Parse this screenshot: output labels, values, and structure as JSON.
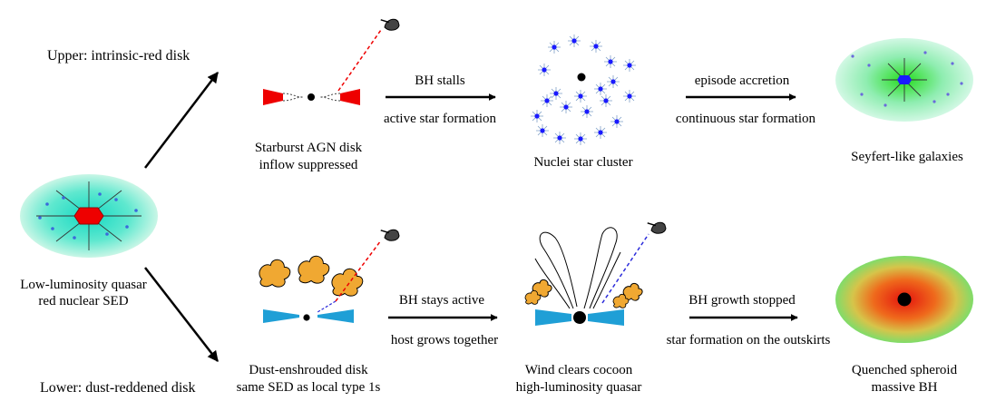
{
  "rows": {
    "upper": "Upper: intrinsic-red disk",
    "lower": "Lower: dust-reddened disk"
  },
  "start": {
    "line1": "Low-luminosity quasar",
    "line2": "red nuclear SED"
  },
  "upper_path": {
    "stage1": {
      "line1": "Starburst AGN disk",
      "line2": "inflow suppressed"
    },
    "transition1": {
      "above": "BH stalls",
      "below": "active star formation"
    },
    "stage2": {
      "line1": "Nuclei star cluster"
    },
    "transition2": {
      "above": "episode accretion",
      "below": "continuous star formation"
    },
    "stage3": {
      "line1": "Seyfert-like galaxies"
    }
  },
  "lower_path": {
    "stage1": {
      "line1": "Dust-enshrouded disk",
      "line2": "same SED as local type 1s"
    },
    "transition1": {
      "above": "BH stays active",
      "below": "host grows together"
    },
    "stage2": {
      "line1": "Wind clears cocoon",
      "line2": "high-luminosity quasar"
    },
    "transition2": {
      "above": "BH growth stopped",
      "below": "star formation on the outskirts"
    },
    "stage3": {
      "line1": "Quenched spheroid",
      "line2": "massive BH"
    }
  },
  "colors": {
    "intrinsic_red": "#e00000",
    "disk_blue": "#1f9fd6",
    "dust_orange": "#f0a832",
    "star_blue": "#1a1aff",
    "teal_center": "#1ad6c0",
    "green_center": "#22dd22",
    "quenched_center": "#e81e10"
  }
}
